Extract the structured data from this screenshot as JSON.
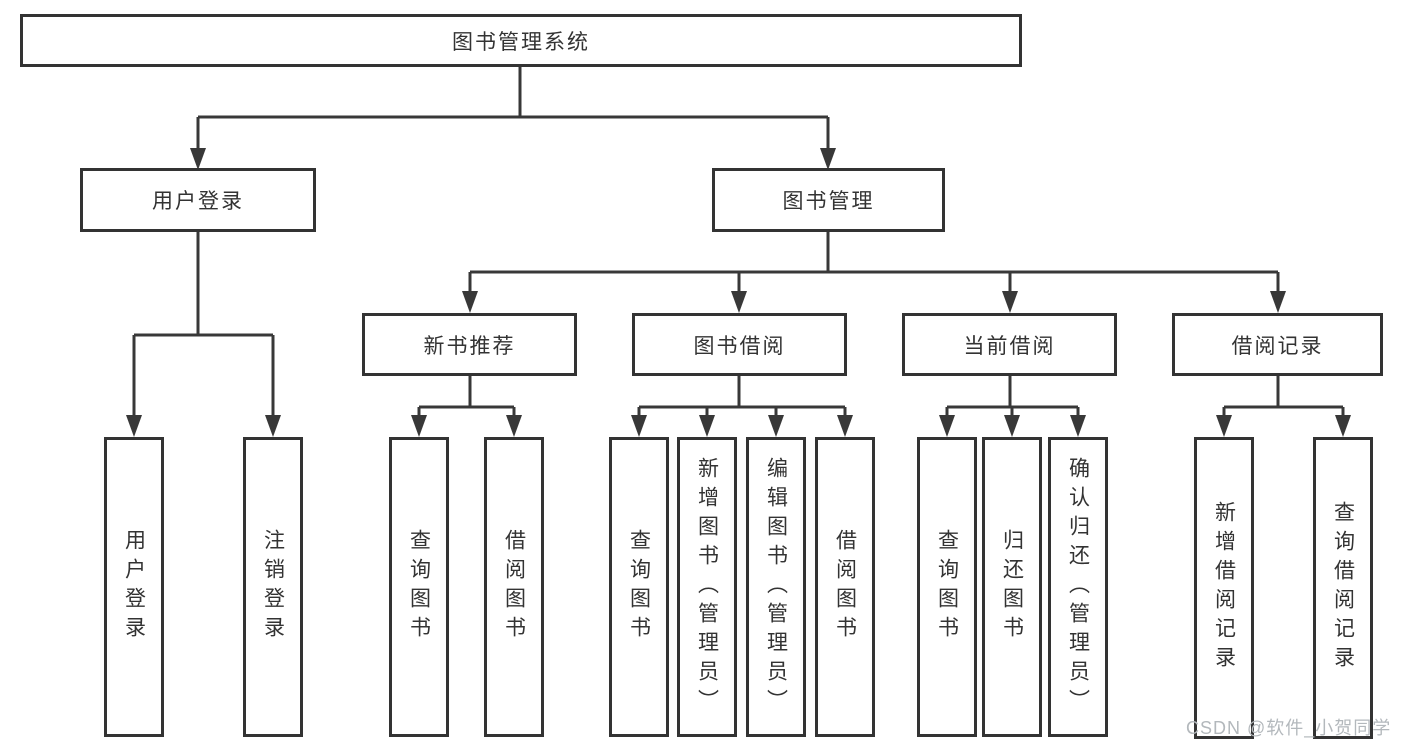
{
  "colors": {
    "line": "#383838",
    "box_border": "#333333",
    "text": "#333333",
    "background": "#ffffff",
    "watermark": "#b3b8bc"
  },
  "tree": {
    "root": {
      "label": "图书管理系统"
    },
    "level2": [
      {
        "label": "用户登录",
        "parent": "图书管理系统"
      },
      {
        "label": "图书管理",
        "parent": "图书管理系统"
      }
    ],
    "level3": [
      {
        "label": "新书推荐",
        "parent": "图书管理"
      },
      {
        "label": "图书借阅",
        "parent": "图书管理"
      },
      {
        "label": "当前借阅",
        "parent": "图书管理"
      },
      {
        "label": "借阅记录",
        "parent": "图书管理"
      }
    ],
    "leaves": [
      {
        "label": "用户登录",
        "parent": "用户登录"
      },
      {
        "label": "注销登录",
        "parent": "用户登录"
      },
      {
        "label": "查询图书",
        "parent": "新书推荐"
      },
      {
        "label": "借阅图书",
        "parent": "新书推荐"
      },
      {
        "label": "查询图书",
        "parent": "图书借阅"
      },
      {
        "label": "新增图书（管理员）",
        "parent": "图书借阅"
      },
      {
        "label": "编辑图书（管理员）",
        "parent": "图书借阅"
      },
      {
        "label": "借阅图书",
        "parent": "图书借阅"
      },
      {
        "label": "查询图书",
        "parent": "当前借阅"
      },
      {
        "label": "归还图书",
        "parent": "当前借阅"
      },
      {
        "label": "确认归还（管理员）",
        "parent": "当前借阅"
      },
      {
        "label": "新增借阅记录",
        "parent": "借阅记录"
      },
      {
        "label": "查询借阅记录",
        "parent": "借阅记录"
      }
    ]
  },
  "watermark": {
    "text": "CSDN @软件_小贺同学"
  }
}
